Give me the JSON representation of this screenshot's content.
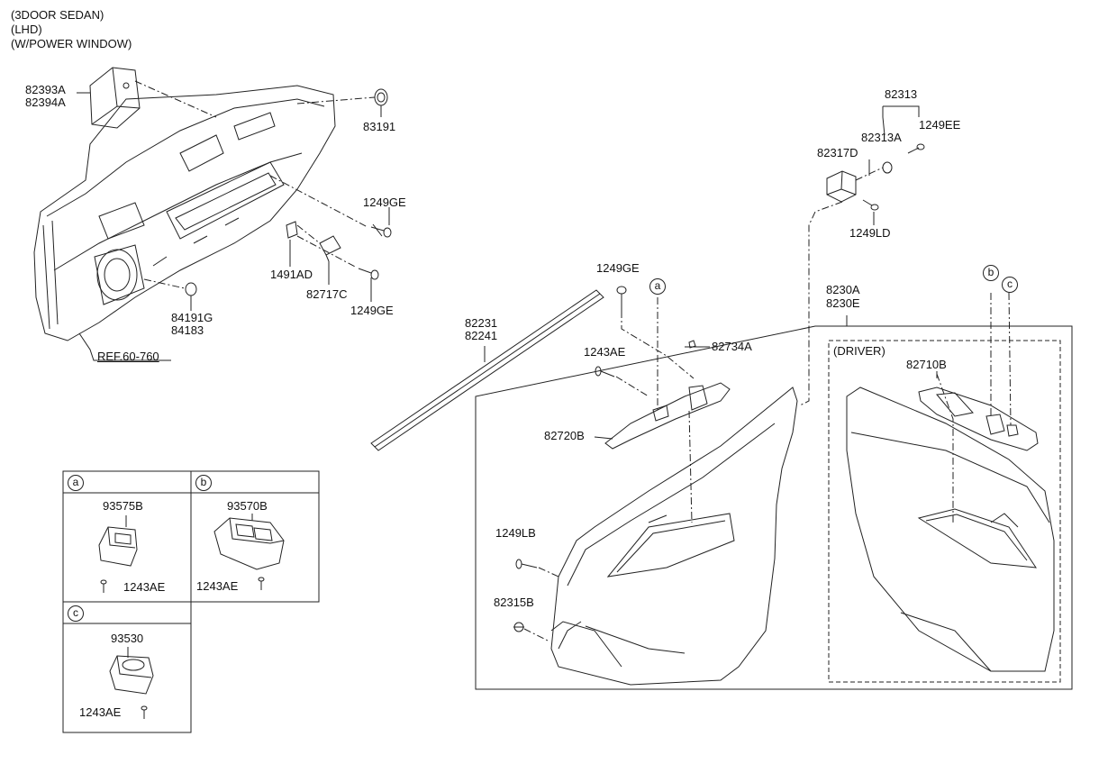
{
  "header": {
    "line1": "(3DOOR SEDAN)",
    "line2": "(LHD)",
    "line3": "(W/POWER WINDOW)"
  },
  "labels": {
    "p82393A": "82393A",
    "p82394A": "82394A",
    "p83191": "83191",
    "p1249GE_a": "1249GE",
    "p1491AD": "1491AD",
    "p82717C": "82717C",
    "p1249GE_b": "1249GE",
    "p84191G": "84191G",
    "p84183": "84183",
    "ref": "REF.60-760",
    "p82313": "82313",
    "p82313A": "82313A",
    "p1249EE": "1249EE",
    "p82317D": "82317D",
    "p1249LD": "1249LD",
    "p1249GE_c": "1249GE",
    "p82231": "82231",
    "p82241": "82241",
    "p8230A": "8230A",
    "p8230E": "8230E",
    "p1243AE": "1243AE",
    "p82734A": "82734A",
    "p82720B": "82720B",
    "driver": "(DRIVER)",
    "p82710B": "82710B",
    "p1249LB": "1249LB",
    "p82315B": "82315B"
  },
  "callouts": {
    "a": "a",
    "b": "b",
    "c": "c"
  },
  "insets": {
    "a": {
      "letter": "a",
      "part": "93575B",
      "screw": "1243AE"
    },
    "b": {
      "letter": "b",
      "part": "93570B",
      "screw": "1243AE"
    },
    "c": {
      "letter": "c",
      "part": "93530",
      "screw": "1243AE"
    }
  }
}
